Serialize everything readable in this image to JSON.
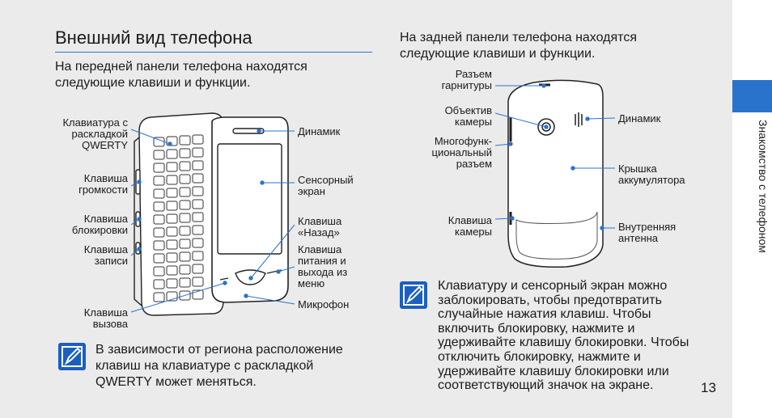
{
  "page": {
    "title": "Внешний вид телефона",
    "section_tab": "Знакомство с телефоном",
    "page_number": "13",
    "accent_color": "#2a73cc"
  },
  "front": {
    "intro_lines": [
      "На передней панели телефона находятся",
      "следующие клавиши и функции."
    ],
    "labels": {
      "qwerty": [
        "Клавиатура с",
        "раскладкой",
        "QWERTY"
      ],
      "volume": [
        "Клавиша",
        "громкости"
      ],
      "lock": [
        "Клавиша",
        "блокировки"
      ],
      "record": [
        "Клавиша",
        "записи"
      ],
      "call": [
        "Клавиша",
        "вызова"
      ],
      "speaker": [
        "Динамик"
      ],
      "touchscreen": [
        "Сенсорный",
        "экран"
      ],
      "back": [
        "Клавиша",
        "«Назад»"
      ],
      "power": [
        "Клавиша",
        "питания и",
        "выхода из",
        "меню"
      ],
      "mic": [
        "Микрофон"
      ]
    }
  },
  "back": {
    "intro_lines": [
      "На задней панели телефона находятся",
      "следующие клавиши и функции."
    ],
    "labels": {
      "headset": [
        "Разъем",
        "гарнитуры"
      ],
      "camera_lens": [
        "Объектив",
        "камеры"
      ],
      "multi": [
        "Многофунк-",
        "циональный",
        "разъем"
      ],
      "camera_key": [
        "Клавиша",
        "камеры"
      ],
      "speaker": [
        "Динамик"
      ],
      "battery": [
        "Крышка",
        "аккумулятора"
      ],
      "antenna": [
        "Внутренняя",
        "антенна"
      ]
    }
  },
  "notes": {
    "left": [
      "В зависимости от региона расположение",
      "клавиш на клавиатуре с раскладкой",
      "QWERTY может меняться."
    ],
    "right": [
      "Клавиатуру и сенсорный экран можно",
      "заблокировать, чтобы предотвратить",
      "случайные нажатия клавиш. Чтобы",
      "включить блокировку, нажмите и",
      "удерживайте клавишу блокировки. Чтобы",
      "отключить блокировку, нажмите и",
      "удерживайте клавишу блокировки или",
      "соответствующий значок на экране."
    ]
  }
}
